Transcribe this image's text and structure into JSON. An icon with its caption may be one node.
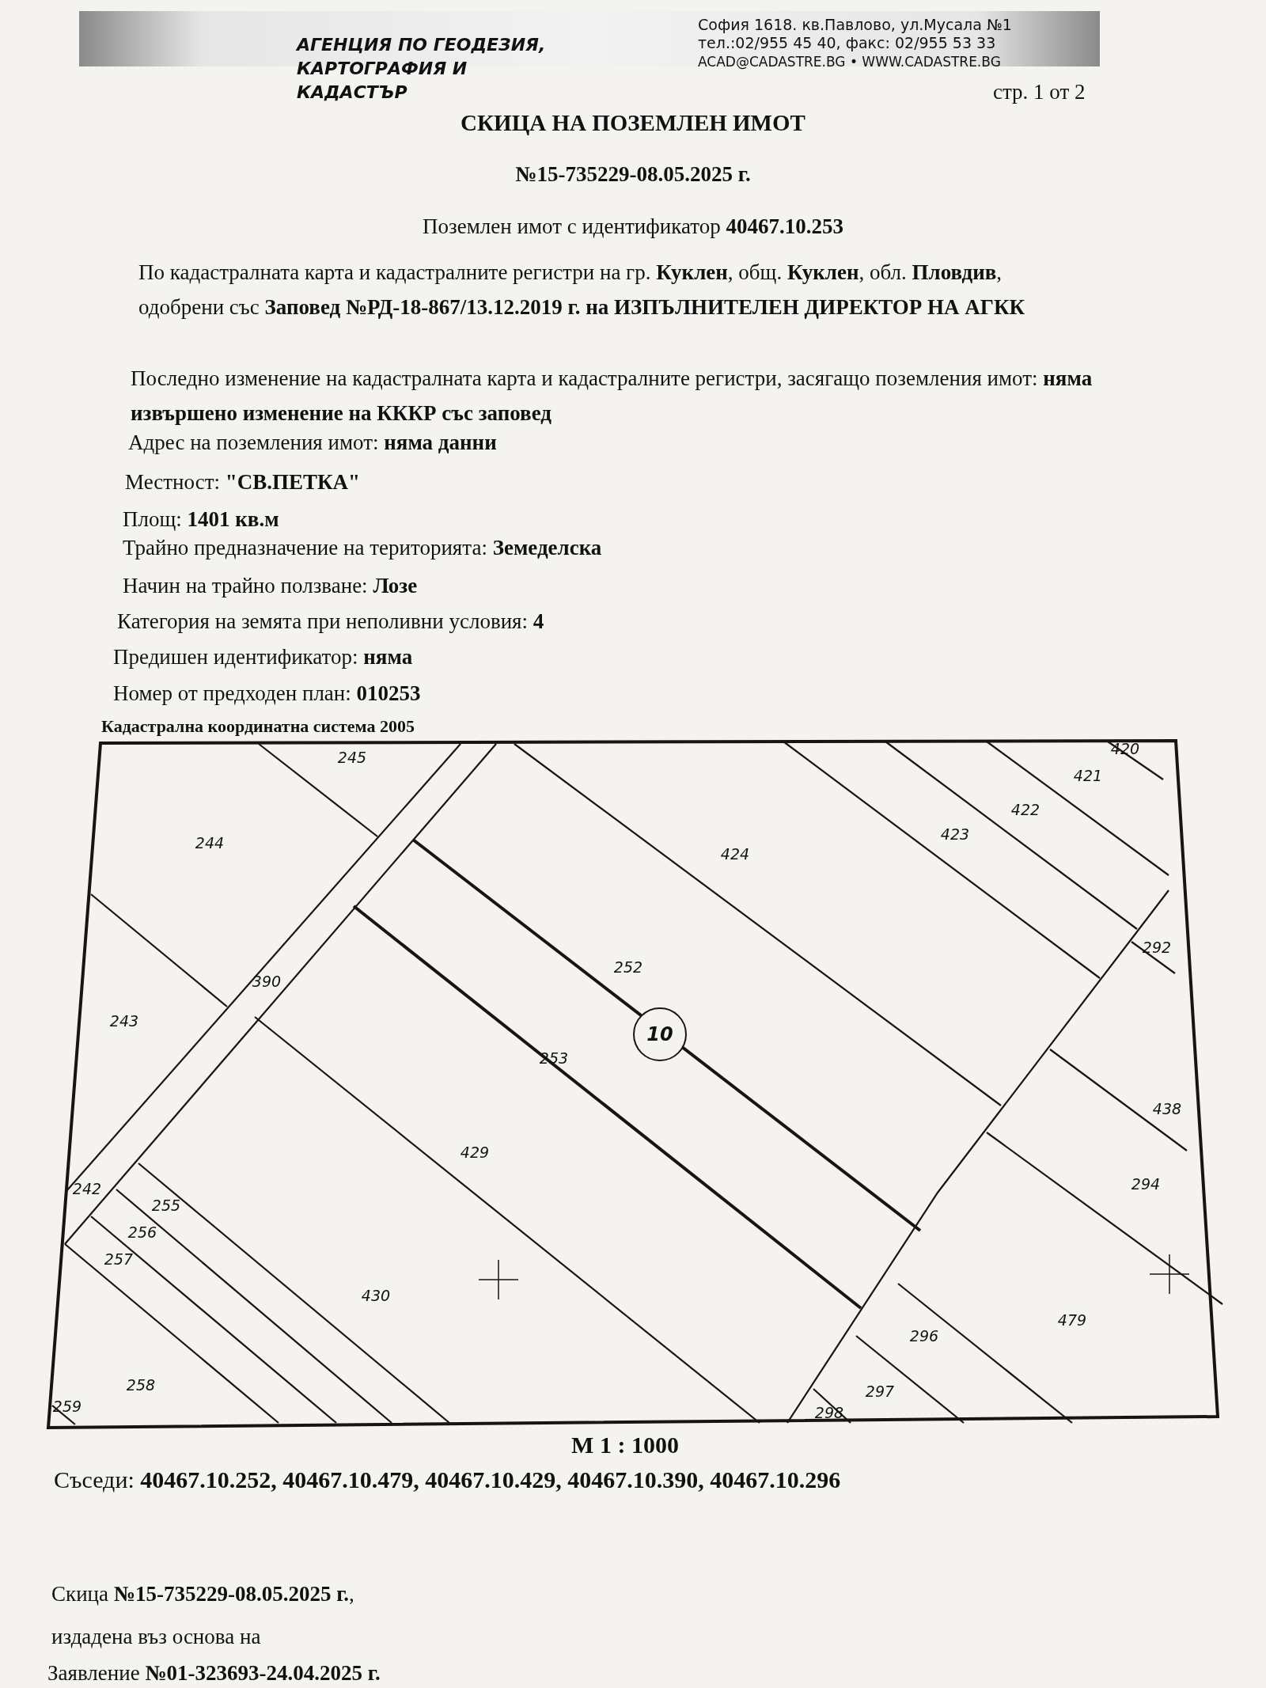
{
  "diagram": {
    "title": "СКИЦА НА ПОЗЕМЛЕН ИМОТ",
    "nodes": [
      {
        "text": [
          "10"
        ]
      }
    ],
    "labels": [
      "АГЕНЦИЯ ПО ГЕОДЕЗИЯ, КАРТОГРАФИЯ И КАДАСТЪР",
      "София 1618. кв.Павлово, ул.Мусала №1",
      "тел.:02/955 45 40, факс: 02/955 53 33",
      "ACAD@CADASTRE.BG • WWW.CADASTRE.BG",
      "стр. 1 от 2",
      "№15-735229-08.05.2025 г.",
      "Поземлен имот с идентификатор **40467.10.253**",
      "По кадастралната карта и кадастралните регистри на гр. **Куклен**, общ. **Куклен**, обл. **Пловдив**, одобрени със **Заповед №РД-18-867/13.12.2019 г. на ИЗПЪЛНИТЕЛЕН ДИРЕКТОР НА АГКК**",
      "Последно изменение на кадастралната карта и кадастралните регистри, засягащо поземления имот: **няма извършено изменение на КККР със заповед**",
      "Адрес на поземления имот: **няма данни**",
      "Местност: **\"СВ.ПЕТКА\"**",
      "Площ: **1401 кв.м**",
      "Трайно предназначение на територията: **Земеделска**",
      "Начин на трайно ползване: **Лозе**",
      "Категория на земята при неполивни условия: **4**",
      "Предишен идентификатор: **няма**",
      "Номер от предходен план: **010253**",
      "Кадастрална координатна система 2005",
      "245",
      "420",
      "421",
      "244",
      "422",
      "423",
      "424",
      "292",
      "252",
      "390",
      "243",
      "253",
      "438",
      "429",
      "242",
      "294",
      "255",
      "256",
      "257",
      "430",
      "296",
      "479",
      "258",
      "297",
      "259",
      "298",
      "M 1 : 1000",
      "Съседи: **40467.10.252, 40467.10.479, 40467.10.429, 40467.10.390, 40467.10.296**",
      "Скица **№15-735229-08.05.2025 г.**,",
      "издадена въз основа на",
      "Заявление **№01-323693-24.04.2025 г.**"
    ]
  }
}
